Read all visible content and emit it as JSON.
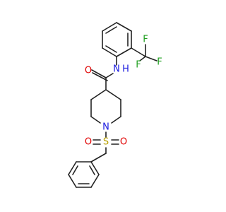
{
  "colors": {
    "bond": "#222222",
    "oxygen": "#e00000",
    "nitrogen": "#1a1adf",
    "fluorine": "#20a020",
    "sulfur": "#b8a000",
    "background": "#ffffff"
  },
  "labels": {
    "o_carbonyl": "O",
    "n_amide": "N",
    "h_amide": "H",
    "f_top": "F",
    "f_right": "F",
    "f_left": "F",
    "n_piperidine": "N",
    "s_sulfonyl": "S",
    "o_sulfonyl_left": "O",
    "o_sulfonyl_right": "O"
  }
}
